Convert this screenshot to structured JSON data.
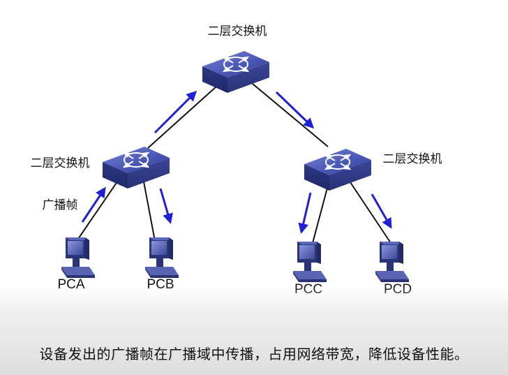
{
  "nodes": {
    "top_switch_label": "二层交换机",
    "left_switch_label": "二层交换机",
    "right_switch_label": "二层交换机",
    "pca_label": "PCA",
    "pcb_label": "PCB",
    "pcc_label": "PCC",
    "pcd_label": "PCD"
  },
  "annotations": {
    "broadcast_frame_label": "广播帧"
  },
  "caption": "设备发出的广播帧在广播域中传播，占用网络带宽，降低设备性能。",
  "colors": {
    "switch_body": "#3e4ba6",
    "arrow": "#1f1fd6",
    "link": "#111111"
  },
  "icons": {
    "switch": "switch-icon",
    "pc": "pc-icon"
  }
}
